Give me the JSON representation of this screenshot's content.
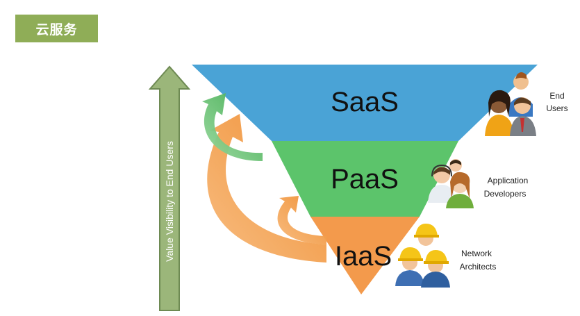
{
  "header": {
    "title": "云服务"
  },
  "axis": {
    "label": "Value Visibility to End Users"
  },
  "layers": [
    {
      "label": "SaaS",
      "color": "#4aa3d6"
    },
    {
      "label": "PaaS",
      "color": "#5cc46b"
    },
    {
      "label": "IaaS",
      "color": "#f39a4c"
    }
  ],
  "roles": [
    {
      "line1": "End",
      "line2": "Users",
      "icon": "people-group-icon"
    },
    {
      "line1": "Application",
      "line2": "Developers",
      "icon": "developer-pair-icon"
    },
    {
      "line1": "Network",
      "line2": "Architects",
      "icon": "hardhat-workers-icon"
    }
  ],
  "colors": {
    "title_bg": "#8fad57",
    "arrow_fill": "#9bb67a",
    "orange_arrow": "#f3993e",
    "green_arrow": "#5bbf63"
  }
}
